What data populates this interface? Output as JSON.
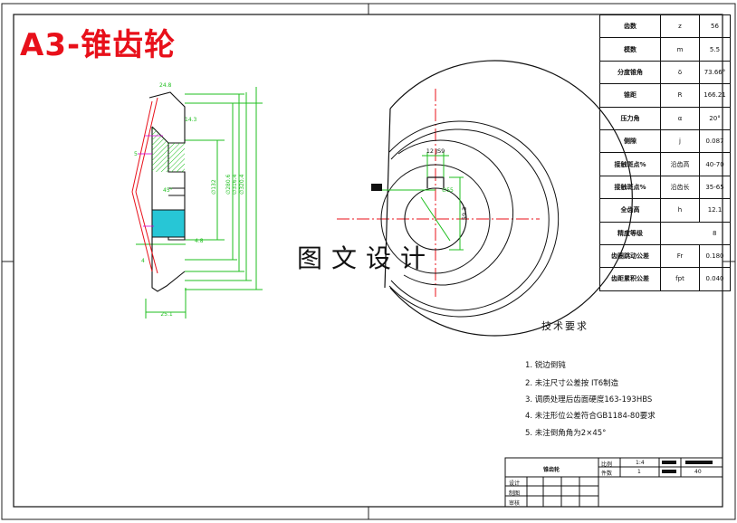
{
  "drawing": {
    "title": "A3-锥齿轮",
    "watermark": "图文设计"
  },
  "parameter_table": {
    "rows": [
      {
        "name": "齿数",
        "symbol": "z",
        "value": "56"
      },
      {
        "name": "模数",
        "symbol": "m",
        "value": "5.5"
      },
      {
        "name": "分度锥角",
        "symbol": "δ",
        "value": "73.66°"
      },
      {
        "name": "锥距",
        "symbol": "R",
        "value": "166.21"
      },
      {
        "name": "压力角",
        "symbol": "α",
        "value": "20°"
      },
      {
        "name": "侧隙",
        "symbol": "j",
        "value": "0.087"
      },
      {
        "name": "接触斑点%",
        "symbol": "沿齿高",
        "value": "40-70"
      },
      {
        "name": "接触斑点%",
        "symbol": "沿齿长",
        "value": "35-65"
      },
      {
        "name": "全齿高",
        "symbol": "h",
        "value": "12.1"
      },
      {
        "name": "精度等级",
        "symbol": "",
        "value": "8"
      },
      {
        "name": "齿圈跳动公差",
        "symbol": "Fr",
        "value": "0.180"
      },
      {
        "name": "齿距累积公差",
        "symbol": "fpt",
        "value": "0.040"
      }
    ]
  },
  "tech_requirements": {
    "title": "技术要求",
    "items": [
      "1. 锐边倒钝",
      "2. 未注尺寸公差按 IT6制造",
      "3. 调质处理后齿面硬度163-193HBS",
      "4. 未注形位公差符合GB1184-80要求",
      "5. 未注倒角角为2×45°"
    ]
  },
  "title_block": {
    "part_name": "锥齿轮",
    "scale_label": "比例",
    "scale_value": "1:4",
    "qty_label": "件数",
    "qty_value": "1",
    "weight_value": "40",
    "designer_label": "设计",
    "drafter_label": "制图",
    "checker_label": "审核"
  },
  "dimensions": {
    "hub_width": "25.1",
    "bore_label": "∅55",
    "keyway_width": "12 JS9",
    "keyway_depth": "59.3",
    "side_labels": [
      "∅280.6",
      "∅316.4",
      "∅320.4",
      "∅132"
    ]
  }
}
